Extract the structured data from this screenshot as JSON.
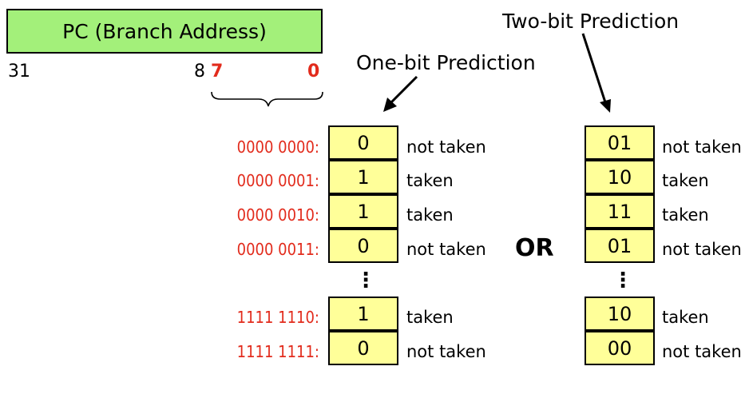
{
  "pc_box": {
    "label": "PC (Branch Address)"
  },
  "bits": {
    "msb": "31",
    "field_hi_outside": "8",
    "field_hi": "7",
    "field_lo": "0"
  },
  "titles": {
    "one_bit": "One-bit Prediction",
    "two_bit": "Two-bit Prediction"
  },
  "separator": "OR",
  "ellipsis": "⋮",
  "rows": [
    {
      "addr": "0000 0000:",
      "one": "0",
      "one_label": "not taken",
      "two": "01",
      "two_label": "not taken"
    },
    {
      "addr": "0000 0001:",
      "one": "1",
      "one_label": "taken",
      "two": "10",
      "two_label": "taken"
    },
    {
      "addr": "0000 0010:",
      "one": "1",
      "one_label": "taken",
      "two": "11",
      "two_label": "taken"
    },
    {
      "addr": "0000 0011:",
      "one": "0",
      "one_label": "not taken",
      "two": "01",
      "two_label": "not taken"
    },
    {
      "addr": "1111 1110:",
      "one": "1",
      "one_label": "taken",
      "two": "10",
      "two_label": "taken"
    },
    {
      "addr": "1111 1111:",
      "one": "0",
      "one_label": "not taken",
      "two": "00",
      "two_label": "not taken"
    }
  ],
  "colors": {
    "pc_fill": "#a3f07a",
    "cell_fill": "#ffff99",
    "address_red": "#e22b1c"
  }
}
